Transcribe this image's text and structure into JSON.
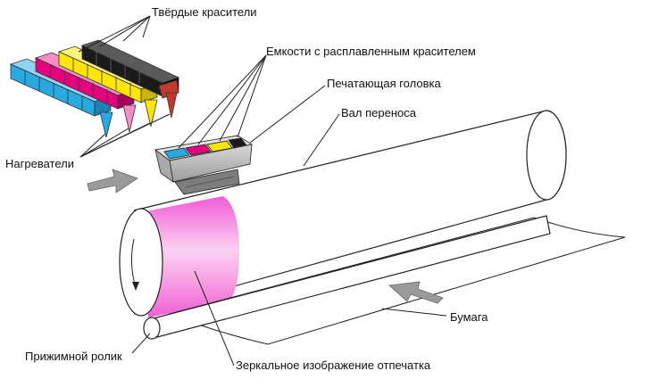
{
  "labels": {
    "solid_inks": "Твёрдые красители",
    "melted_ink_reservoirs": "Емкости с расплавленным красителем",
    "print_head": "Печатающая головка",
    "transfer_drum": "Вал переноса",
    "heaters": "Нагреватели",
    "paper": "Бумага",
    "pressure_roller": "Прижимной ролик",
    "mirror_image": "Зеркальное изображение отпечатка"
  },
  "colors": {
    "cyan": "#27a9e1",
    "magenta": "#e6007e",
    "yellow": "#ffe600",
    "black": "#1a1a1a",
    "image_pink": "#f07fd8",
    "arrow_gray": "#9a9a9a",
    "line": "#222222"
  },
  "icons": [
    "flow-arrow-icon",
    "flow-arrow-icon"
  ]
}
